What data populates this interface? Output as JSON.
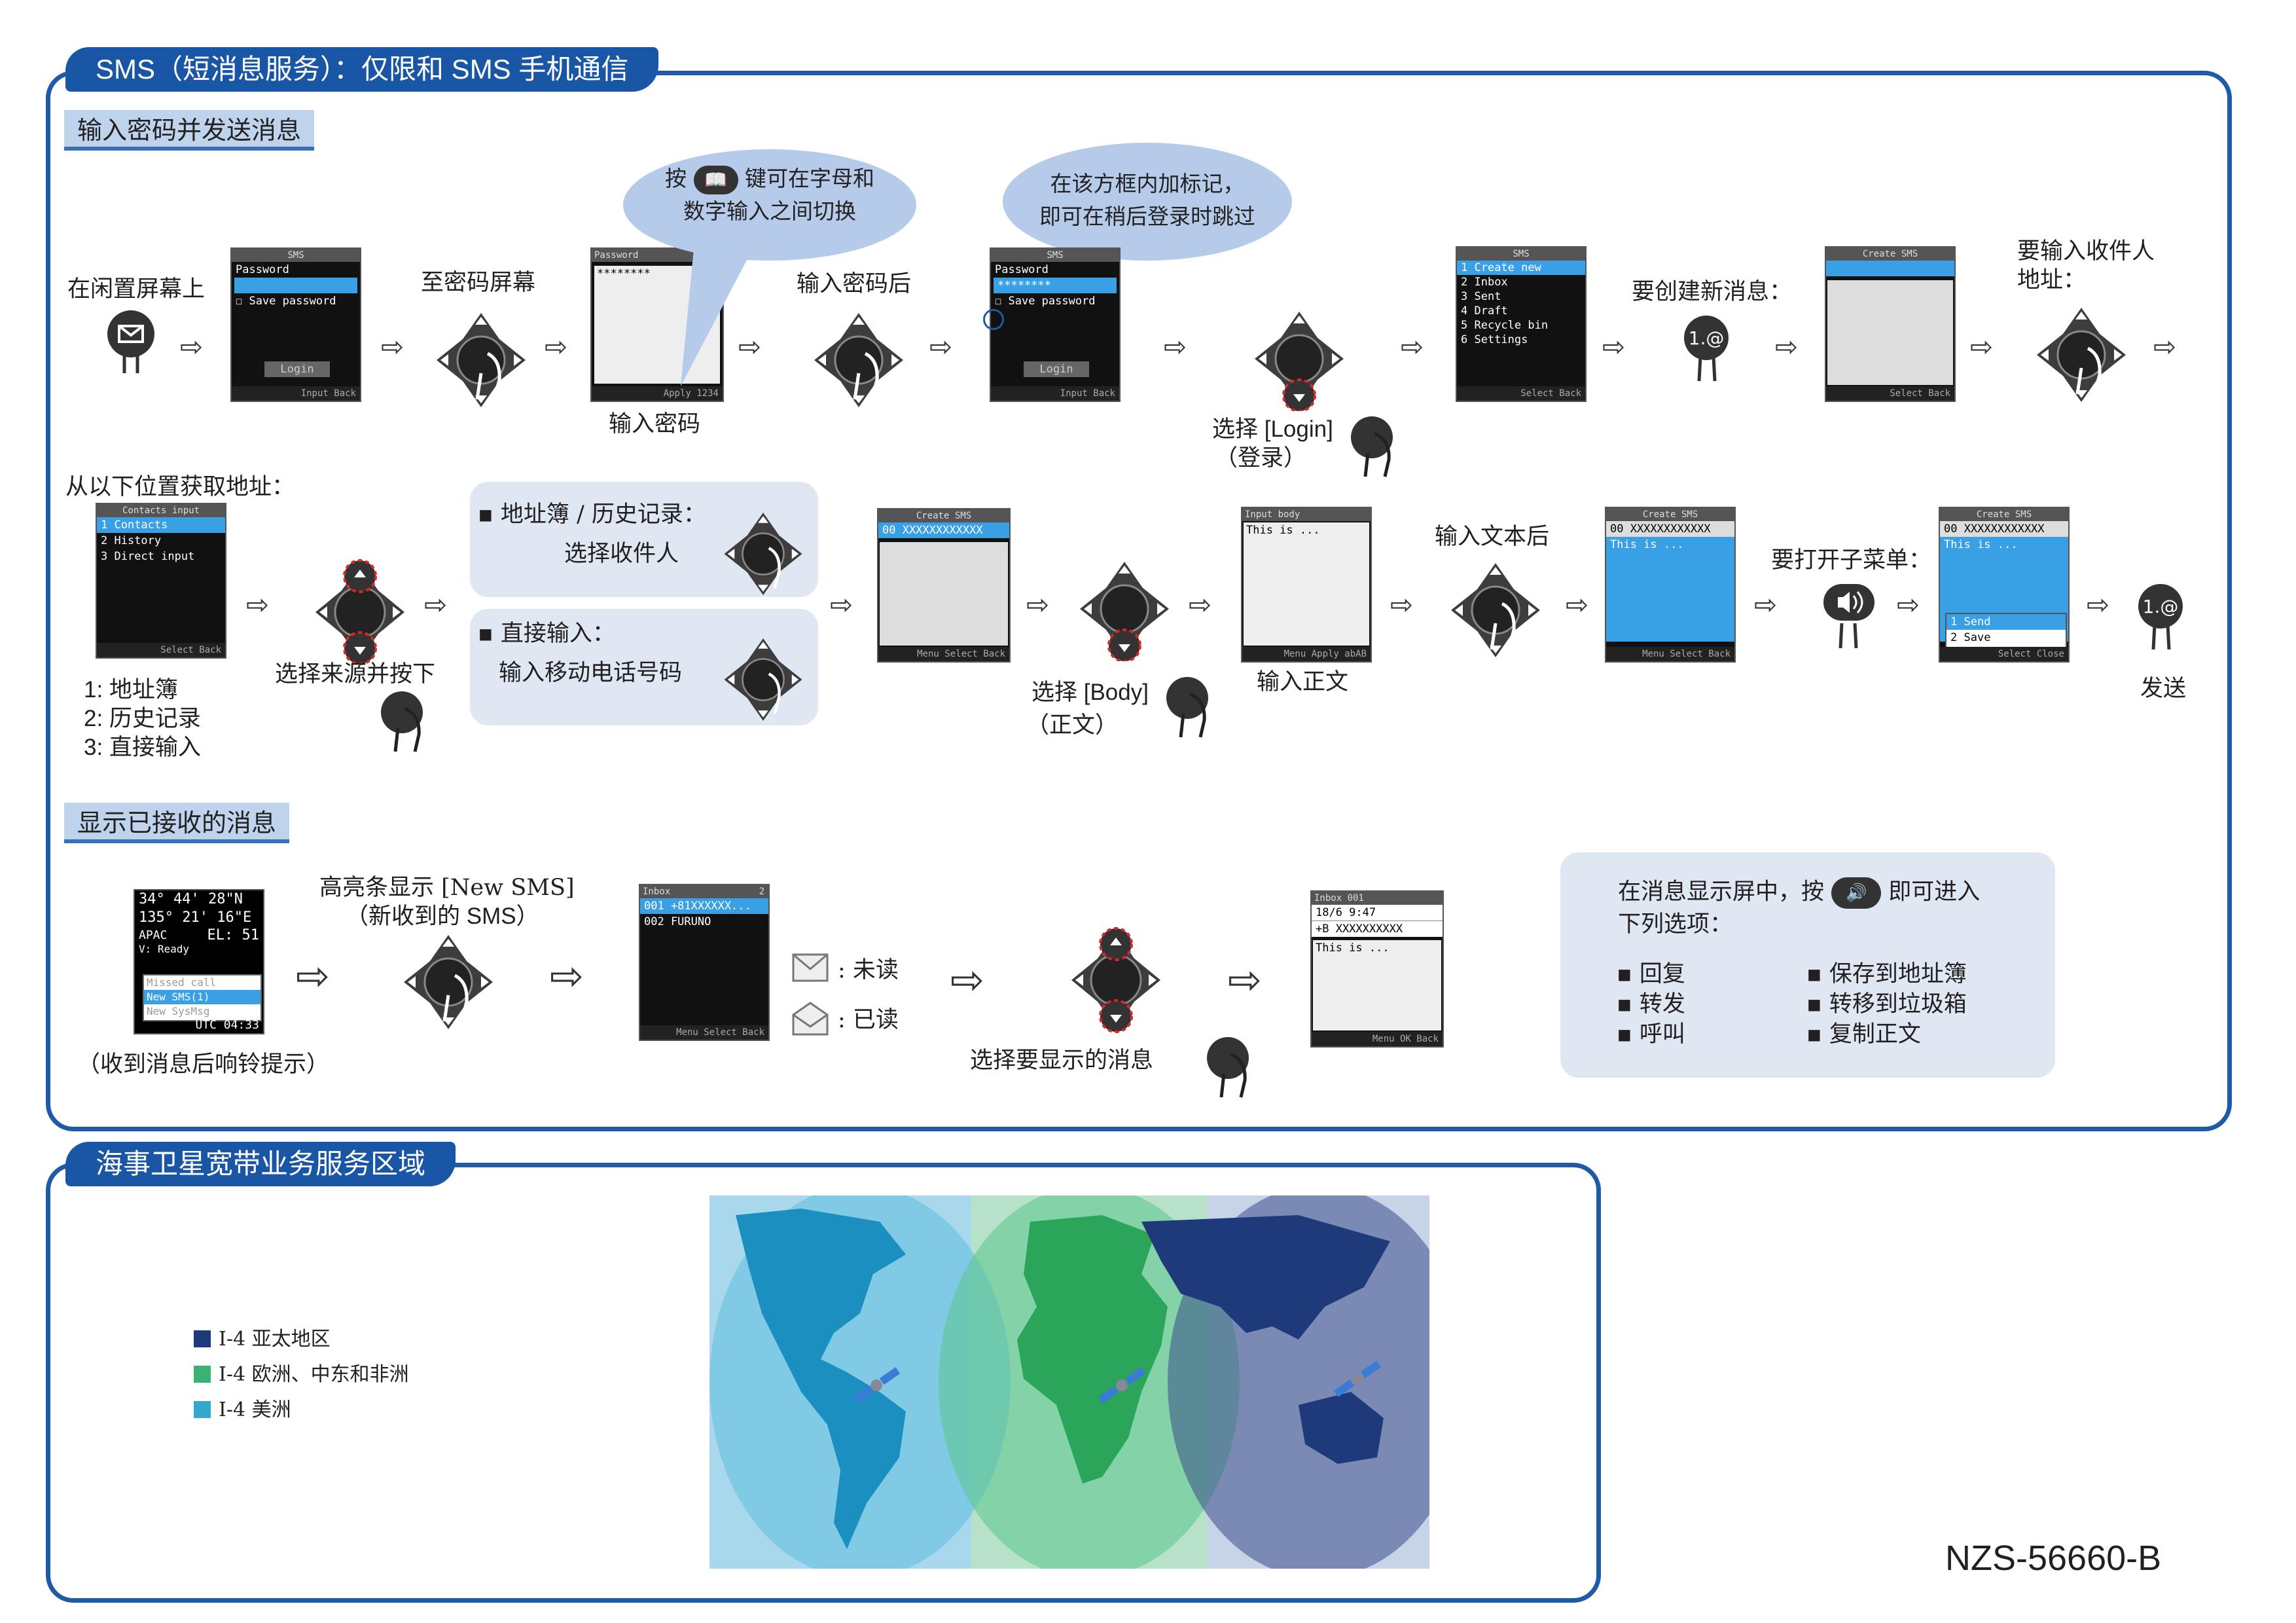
{
  "section1": {
    "title": "SMS（短消息服务）：仅限和 SMS 手机通信"
  },
  "sub1": "输入密码并发送消息",
  "sub2": "显示已接收的消息",
  "section2": {
    "title": "海事卫星宽带业务服务区域"
  },
  "row1": {
    "idle": "在闲置屏幕上",
    "to_pw": "至密码屏幕",
    "enter_pw": "输入密码",
    "after_pw": "输入密码后",
    "sel_login_a": "选择 [Login]",
    "sel_login_b": "（登录）",
    "create_new": "要创建新消息：",
    "enter_addr_a": "要输入收件人",
    "enter_addr_b": "地址：",
    "bubble1_a": "按",
    "bubble1_b": "键可在字母和",
    "bubble1_c": "数字输入之间切换",
    "bubble2_a": "在该方框内加标记，",
    "bubble2_b": "即可在稍后登录时跳过"
  },
  "row2": {
    "get_addr": "从以下位置获取地址：",
    "opt1": "1: 地址簿",
    "opt2": "2: 历史记录",
    "opt3": "3: 直接输入",
    "sel_source": "选择来源并按下",
    "panel1_a": "▪ 地址簿 / 历史记录：",
    "panel1_b": "选择收件人",
    "panel2_a": "▪ 直接输入：",
    "panel2_b": "输入移动电话号码",
    "sel_body_a": "选择 [Body]",
    "sel_body_b": "（正文）",
    "enter_body": "输入正文",
    "after_text": "输入文本后",
    "open_sub": "要打开子菜单：",
    "send": "发送"
  },
  "row3": {
    "ring": "（收到消息后响铃提示）",
    "hl_a": "高亮条显示 [New SMS]",
    "hl_b": "（新收到的 SMS）",
    "unread": ": 未读",
    "read": ": 已读",
    "sel_msg": "选择要显示的消息",
    "panel_a": "在消息显示屏中，按",
    "panel_b": "即可进入",
    "panel_c": "下列选项：",
    "opts_left": [
      "▪ 回复",
      "▪ 转发",
      "▪ 呼叫"
    ],
    "opts_right": [
      "▪ 保存到地址簿",
      "▪ 转移到垃圾箱",
      "▪ 复制正文"
    ]
  },
  "screens": {
    "s1": {
      "title": "SMS",
      "l1": "Password",
      "l2": "Save password",
      "btn": "Login",
      "bar": "Input  Back"
    },
    "s2": {
      "title": "Password",
      "val": "********",
      "bar": "Apply  1234"
    },
    "s3": {
      "title": "SMS",
      "l1": "Password",
      "val": "********",
      "l2": "Save password",
      "btn": "Login",
      "bar": "Input  Back"
    },
    "s4": {
      "title": "SMS",
      "items": [
        "Create new",
        "Inbox",
        "Sent",
        "Draft",
        "Recycle bin",
        "Settings"
      ],
      "bar": "Select  Back"
    },
    "s5": {
      "title": "Create SMS",
      "bar": "Select  Back"
    },
    "s6": {
      "title": "Contacts input",
      "items": [
        "Contacts",
        "History",
        "Direct input"
      ],
      "bar": "Select  Back"
    },
    "s7": {
      "title": "Create SMS",
      "l1": "00 XXXXXXXXXXXX",
      "bar": "Menu  Select  Back"
    },
    "s8": {
      "title": "Input body",
      "l1": "This is ...",
      "bar": "Menu  Apply  abAB"
    },
    "s9": {
      "title": "Create SMS",
      "l1": "00 XXXXXXXXXXXX",
      "l2": "This is ...",
      "bar": "Menu  Select  Back"
    },
    "s10": {
      "title": "Create SMS",
      "l1": "00 XXXXXXXXXXXX",
      "l2": "This is ...",
      "m1": "Send",
      "m2": "Save",
      "bar": "Select  Close"
    },
    "s11": {
      "l1": "34° 44' 28\"N",
      "l2": "135° 21' 16\"E",
      "l3": "APAC",
      "l4": "EL: 51",
      "m1": "Missed call",
      "m2": "New SMS(1)",
      "m3": "New SysMsg",
      "l5": "V: Ready",
      "l6": "UTC 04:33"
    },
    "s12": {
      "title": "Inbox",
      "n": "2",
      "r1": "001 +81XXXXXX...",
      "r2": "002 FURUNO",
      "bar": "Menu  Select  Back"
    },
    "s13": {
      "title": "Inbox 001",
      "r1": "18/6 9:47",
      "r2": "+B XXXXXXXXXX",
      "l": "This is ...",
      "bar": "Menu  OK  Back"
    }
  },
  "keys": {
    "k1": "1.@"
  },
  "legend": [
    {
      "label": "I-4 亚太地区",
      "color": "#1f3a7a"
    },
    {
      "label": "I-4 欧洲、中东和非洲",
      "color": "#3bb273"
    },
    {
      "label": "I-4 美洲",
      "color": "#35a8d0"
    }
  ],
  "doc_id": "NZS-56660-B"
}
